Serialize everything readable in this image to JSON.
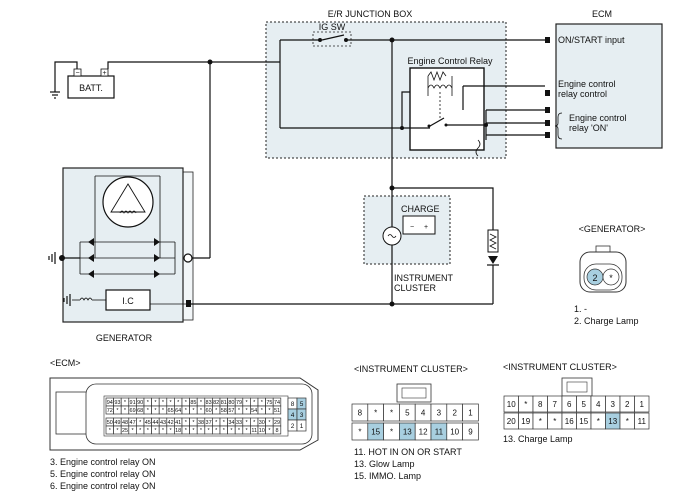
{
  "labels": {
    "junction_box": "E/R JUNCTION BOX",
    "ig_sw": "IG SW",
    "engine_control_relay": "Engine Control Relay",
    "ecm": "ECM",
    "ecm_on_start": "ON/START input",
    "ecm_relay_control_1": "Engine control",
    "ecm_relay_control_2": "relay control",
    "ecm_relay_on_1": "Engine control",
    "ecm_relay_on_2": "relay 'ON'",
    "batt": "BATT.",
    "generator": "GENERATOR",
    "ic": "I.C",
    "charge": "CHARGE",
    "instrument_cluster_1": "INSTRUMENT",
    "instrument_cluster_2": "CLUSTER"
  },
  "generator_connector": {
    "title": "<GENERATOR>",
    "pins": [
      "2",
      "*"
    ],
    "legend": [
      "1. -",
      "2. Charge Lamp"
    ]
  },
  "ecm_connector": {
    "title": "<ECM>",
    "row1": [
      "94",
      "93",
      "*",
      "91",
      "90",
      "*",
      "*",
      "*",
      "*",
      "*",
      "*",
      "85",
      "*",
      "83",
      "82",
      "81",
      "80",
      "79",
      "*",
      "*",
      "*",
      "75",
      "74"
    ],
    "row2": [
      "72",
      "*",
      "*",
      "69",
      "68",
      "*",
      "*",
      "*",
      "65",
      "64",
      "*",
      "*",
      "*",
      "60",
      "*",
      "58",
      "57",
      "*",
      "*",
      "54",
      "*",
      "*",
      "51"
    ],
    "row3": [
      "50",
      "49",
      "48",
      "47",
      "*",
      "45",
      "44",
      "43",
      "42",
      "41",
      "*",
      "*",
      "38",
      "37",
      "*",
      "*",
      "34",
      "33",
      "*",
      "*",
      "30",
      "*",
      "29"
    ],
    "row4": [
      "*",
      "*",
      "25",
      "*",
      "*",
      "*",
      "*",
      "*",
      "*",
      "18",
      "*",
      "*",
      "*",
      "*",
      "*",
      "*",
      "*",
      "*",
      "*",
      "11",
      "10",
      "*",
      "8"
    ],
    "side_pins": [
      "8",
      "5",
      "4",
      "3",
      "2",
      "1"
    ],
    "legend": [
      "3. Engine control relay ON",
      "5. Engine control relay ON",
      "6. Engine control relay ON"
    ]
  },
  "cluster_connector_1": {
    "title": "<INSTRUMENT CLUSTER>",
    "row1": [
      "8",
      "*",
      "*",
      "5",
      "4",
      "3",
      "2",
      "1"
    ],
    "row2": [
      "*",
      "15",
      "*",
      "13",
      "12",
      "11",
      "10",
      "9"
    ],
    "legend": [
      "11. HOT IN ON OR START",
      "13. Glow Lamp",
      "15. IMMO. Lamp"
    ]
  },
  "cluster_connector_2": {
    "title": "<INSTRUMENT CLUSTER>",
    "row1": [
      "10",
      "*",
      "8",
      "7",
      "6",
      "5",
      "4",
      "3",
      "2",
      "1"
    ],
    "row2": [
      "20",
      "19",
      "*",
      "*",
      "16",
      "15",
      "*",
      "13",
      "*",
      "11"
    ],
    "legend": [
      "13. Charge Lamp"
    ]
  },
  "colors": {
    "box_fill": "#e6eef2",
    "pin_highlight": "#a8cfe0",
    "ink": "#111111"
  }
}
